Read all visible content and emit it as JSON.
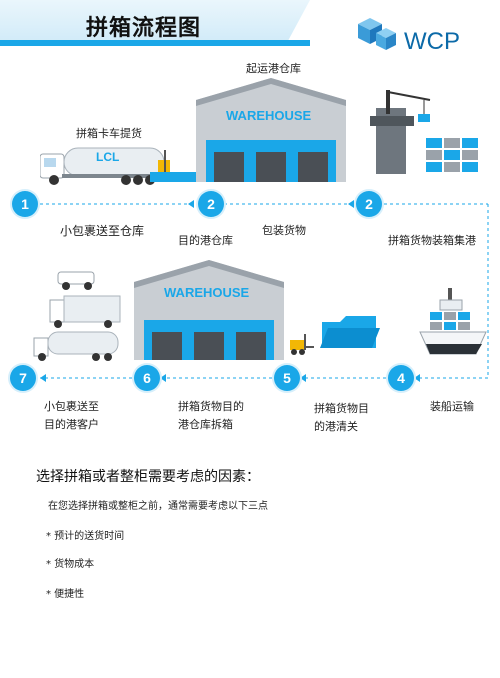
{
  "header": {
    "title": "拼箱流程图",
    "logo": "WCP",
    "logo_icon": "cube-icon"
  },
  "colors": {
    "accent": "#1aa7e8",
    "dark_blue": "#0c6aa8",
    "warehouse_gray": "#c9ced3"
  },
  "top_labels": {
    "truck_pickup": "拼箱卡车提货",
    "origin_warehouse": "起运港仓库",
    "truck_badge": "LCL",
    "warehouse_sign_1": "WAREHOUSE",
    "warehouse_sign_2": "WAREHOUSE"
  },
  "steps": [
    {
      "num": "1",
      "text": "小包裹送至仓库"
    },
    {
      "num": "2",
      "text": "目的港仓库"
    },
    {
      "text": "包装货物"
    },
    {
      "num": "2",
      "text": "拼箱货物装箱集港"
    },
    {
      "num": "4",
      "text": "装船运输"
    },
    {
      "num": "5",
      "text_lines": [
        "拼箱货物目",
        "的港清关"
      ]
    },
    {
      "num": "6",
      "text_lines": [
        "拼箱货物目的",
        "港仓库拆箱"
      ]
    },
    {
      "num": "7",
      "text_lines": [
        "小包裹送至",
        "目的港客户"
      ]
    }
  ],
  "considerations": {
    "title": "选择拼箱或者整柜需要考虑的因素：",
    "intro": "在您选择拼箱或整柜之前，通常需要考虑以下三点",
    "items": [
      "* 预计的送货时间",
      "* 货物成本",
      "* 便捷性"
    ]
  }
}
